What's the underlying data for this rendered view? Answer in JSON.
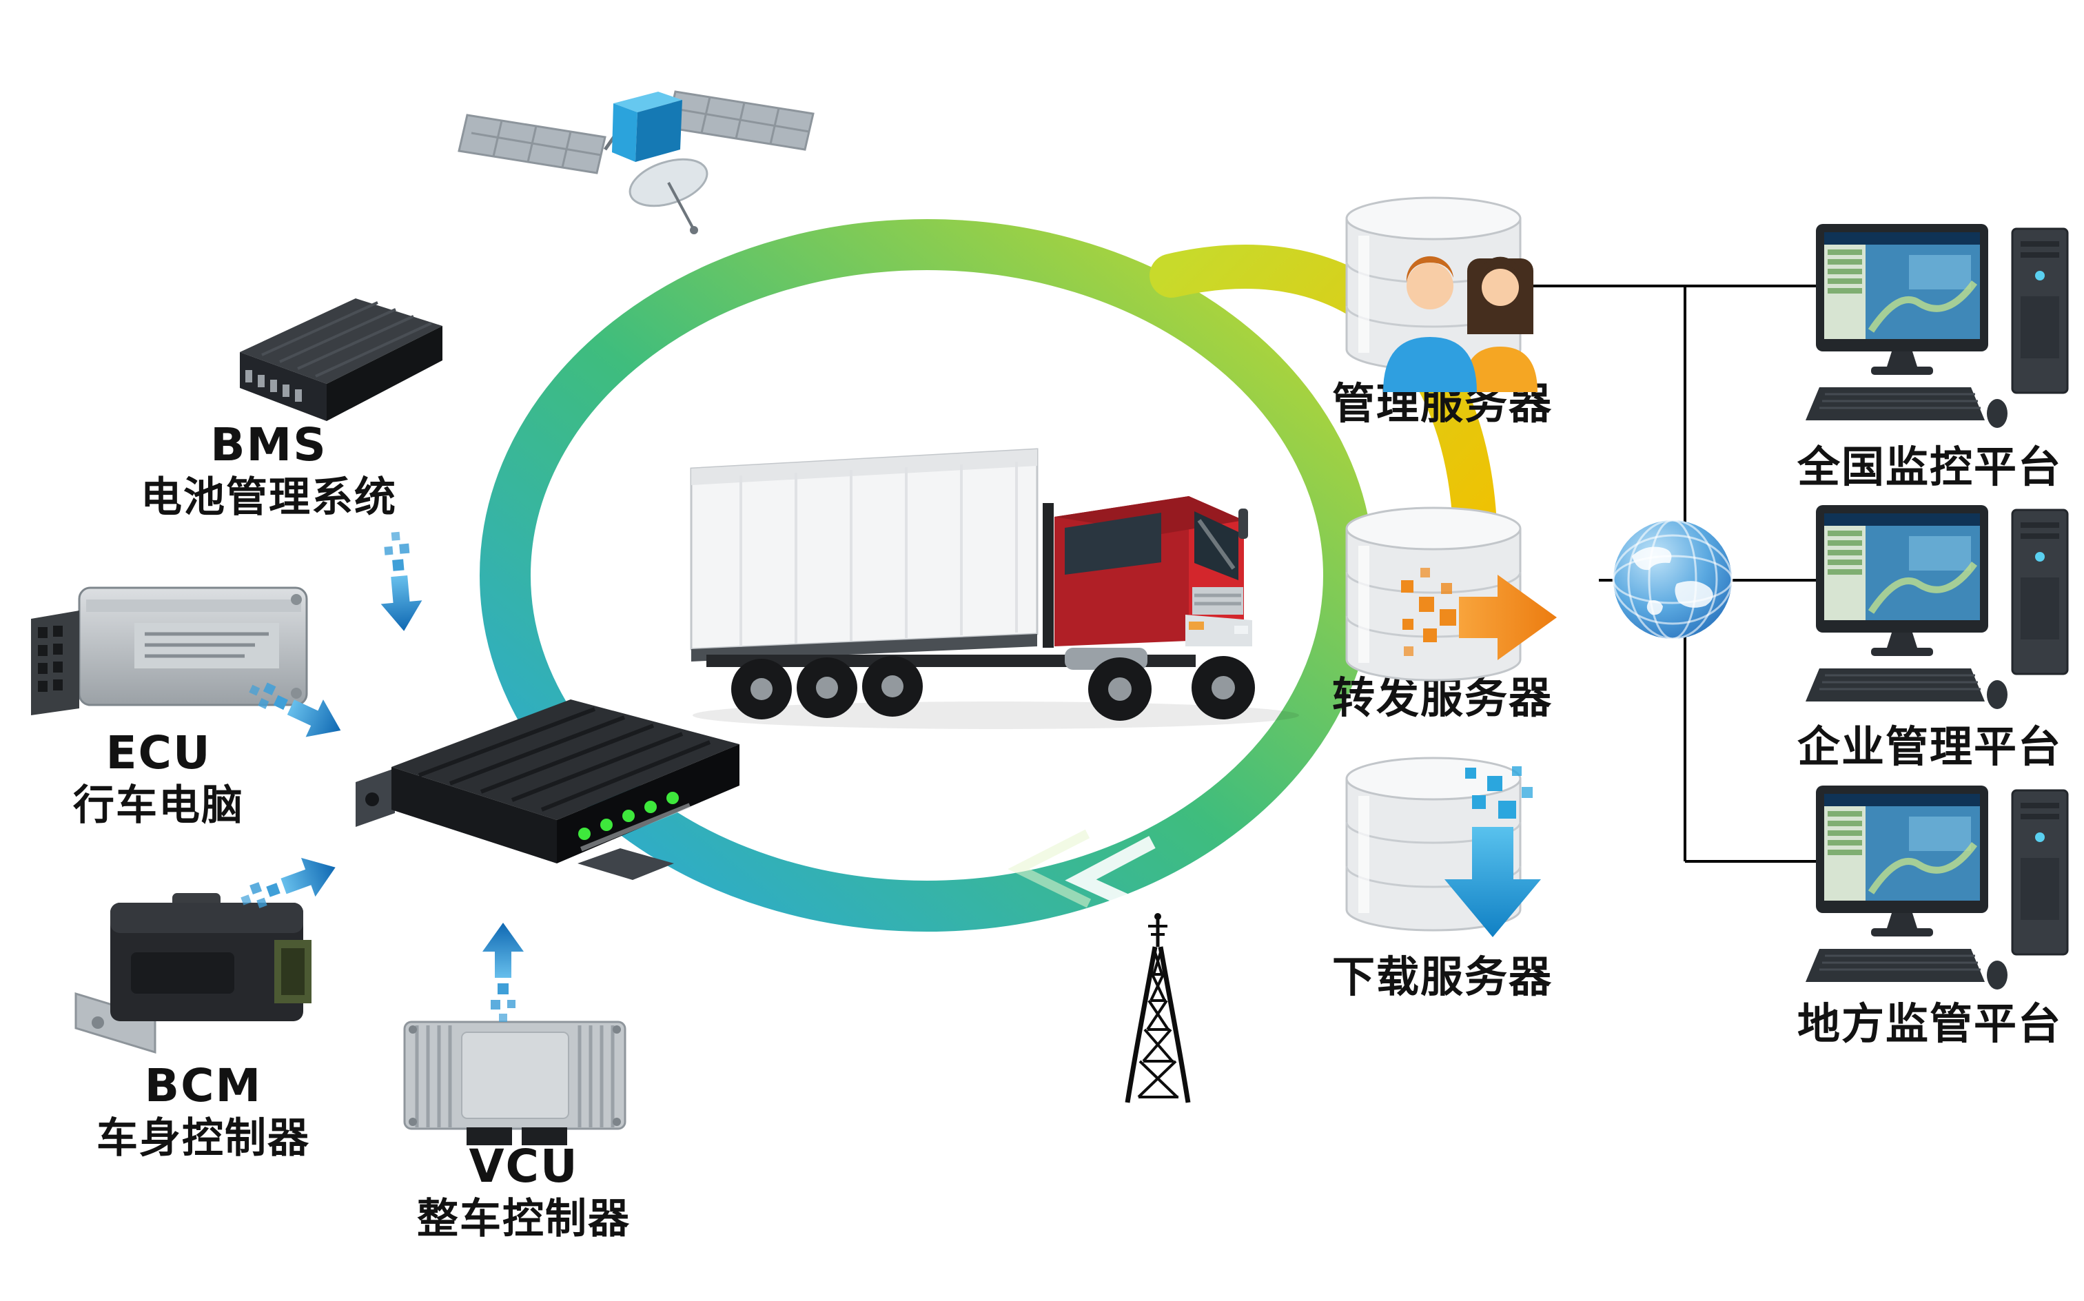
{
  "diagram": {
    "left_devices": [
      {
        "id": "bms",
        "title": "BMS",
        "subtitle": "电池管理系统"
      },
      {
        "id": "ecu",
        "title": "ECU",
        "subtitle": "行车电脑"
      },
      {
        "id": "bcm",
        "title": "BCM",
        "subtitle": "车身控制器"
      },
      {
        "id": "vcu",
        "title": "VCU",
        "subtitle": "整车控制器"
      }
    ],
    "servers": [
      {
        "id": "management",
        "label": "管理服务器"
      },
      {
        "id": "forwarding",
        "label": "转发服务器"
      },
      {
        "id": "download",
        "label": "下载服务器"
      }
    ],
    "platforms": [
      {
        "id": "national",
        "label": "全国监控平台"
      },
      {
        "id": "enterprise",
        "label": "企业管理平台"
      },
      {
        "id": "local",
        "label": "地方监管平台"
      }
    ],
    "icons": {
      "satellite": "satellite-icon",
      "telematics_box": "tbox-device-icon",
      "truck": "truck-illustration",
      "database": "database-cylinder-icon",
      "users": "users-icon",
      "forward_arrow": "forward-arrow-icon",
      "download_arrow": "download-arrow-icon",
      "globe": "internet-globe-icon",
      "workstation": "workstation-icon",
      "radio_tower": "radio-tower-icon",
      "pixel_arrow": "pixel-arrow-icon"
    }
  },
  "colors": {
    "ring_blue": "#2aa7de",
    "ring_green": "#3fbd7d",
    "ring_yellow": "#c8da2b",
    "branch_yellow_end": "#f2c000",
    "pixel_arrow_blue": "#1f7fc4",
    "forward_arrow_orange": "#ee8413",
    "download_arrow_blue": "#2196d4",
    "led_green": "#3ee83c",
    "truck_cab_red": "#c4252b",
    "connector_line": "#000000"
  }
}
